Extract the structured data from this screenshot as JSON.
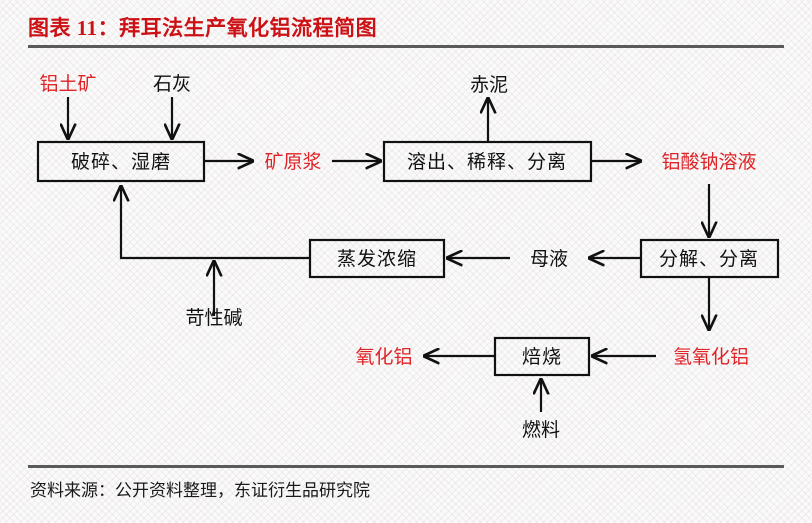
{
  "header": {
    "title": "图表 11：拜耳法生产氧化铝流程简图"
  },
  "footer": {
    "source": "资料来源：公开资料整理，东证衍生品研究院"
  },
  "colors": {
    "red": "#e02327",
    "black": "#111111",
    "rule": "#5a5a5a",
    "background": "#fbfafa"
  },
  "diagram": {
    "type": "flowchart",
    "process_boxes": [
      {
        "id": "crush",
        "label": "破碎、湿磨"
      },
      {
        "id": "digest",
        "label": "溶出、稀释、分离"
      },
      {
        "id": "evaporate",
        "label": "蒸发浓缩"
      },
      {
        "id": "decompose",
        "label": "分解、分离"
      },
      {
        "id": "calcine",
        "label": "焙烧"
      }
    ],
    "material_labels": [
      {
        "id": "bauxite",
        "label": "铝土矿",
        "color": "red"
      },
      {
        "id": "lime",
        "label": "石灰",
        "color": "black"
      },
      {
        "id": "ore-slurry",
        "label": "矿原浆",
        "color": "red"
      },
      {
        "id": "red-mud",
        "label": "赤泥",
        "color": "black"
      },
      {
        "id": "sodium-aluminate",
        "label": "铝酸钠溶液",
        "color": "red"
      },
      {
        "id": "mother-liquor",
        "label": "母液",
        "color": "black"
      },
      {
        "id": "caustic-soda",
        "label": "苛性碱",
        "color": "black"
      },
      {
        "id": "alumina",
        "label": "氧化铝",
        "color": "red"
      },
      {
        "id": "aluminum-hydroxide",
        "label": "氢氧化铝",
        "color": "red"
      },
      {
        "id": "fuel",
        "label": "燃料",
        "color": "black"
      }
    ],
    "connections": [
      {
        "from": "bauxite",
        "to": "crush"
      },
      {
        "from": "lime",
        "to": "crush"
      },
      {
        "from": "crush",
        "to": "ore-slurry"
      },
      {
        "from": "ore-slurry",
        "to": "digest"
      },
      {
        "from": "digest",
        "to": "red-mud"
      },
      {
        "from": "digest",
        "to": "sodium-aluminate"
      },
      {
        "from": "sodium-aluminate",
        "to": "decompose"
      },
      {
        "from": "decompose",
        "to": "mother-liquor"
      },
      {
        "from": "mother-liquor",
        "to": "evaporate"
      },
      {
        "from": "evaporate",
        "to": "crush"
      },
      {
        "from": "caustic-soda",
        "to": "crush"
      },
      {
        "from": "decompose",
        "to": "aluminum-hydroxide"
      },
      {
        "from": "aluminum-hydroxide",
        "to": "calcine"
      },
      {
        "from": "fuel",
        "to": "calcine"
      },
      {
        "from": "calcine",
        "to": "alumina"
      }
    ]
  }
}
